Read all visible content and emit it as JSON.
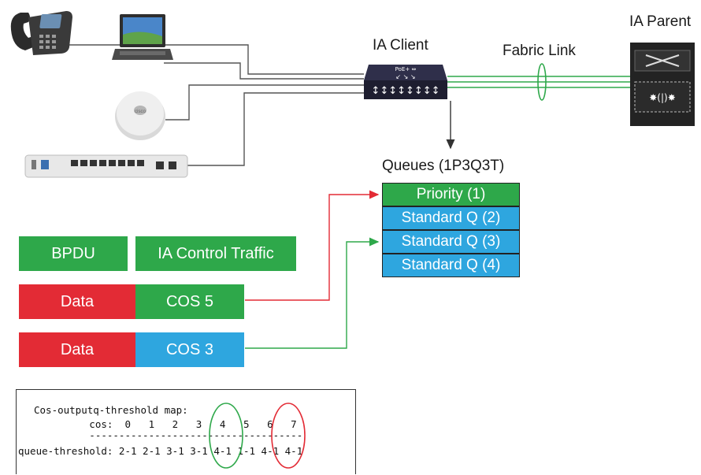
{
  "labels": {
    "ia_client": "IA Client",
    "ia_parent": "IA Parent",
    "fabric_link": "Fabric Link",
    "queues_title": "Queues (1P3Q3T)"
  },
  "queues": [
    {
      "label": "Priority (1)",
      "color": "#2ea84a"
    },
    {
      "label": "Standard Q (2)",
      "color": "#2ea6df"
    },
    {
      "label": "Standard Q (3)",
      "color": "#2ea6df"
    },
    {
      "label": "Standard Q (4)",
      "color": "#2ea6df"
    }
  ],
  "traffic": {
    "bpdu": "BPDU",
    "ia_control": "IA Control Traffic",
    "row1": {
      "data": "Data",
      "cos": "COS 5"
    },
    "row2": {
      "data": "Data",
      "cos": "COS 3"
    }
  },
  "terminal": {
    "line1": "Cos-outputq-threshold map:",
    "line2": "            cos:  0   1   2   3   4   5   6   7",
    "line3": "            ------------------------------------",
    "line4": "queue-threshold: 2-1 2-1 3-1 3-1 4-1 1-1 4-1 4-1"
  },
  "colors": {
    "green": "#2ea84a",
    "red": "#e32b35",
    "blue": "#2ea6df",
    "link_green": "#2ea84a",
    "arrow_red": "#e32b35"
  },
  "icons": {
    "ip_phone": "ip-phone-icon",
    "laptop": "laptop-icon",
    "access_point": "access-point-icon",
    "compact_switch": "compact-switch-icon",
    "ia_client_switch": "switch-icon",
    "ia_parent_chassis": "chassis-switch-icon"
  }
}
